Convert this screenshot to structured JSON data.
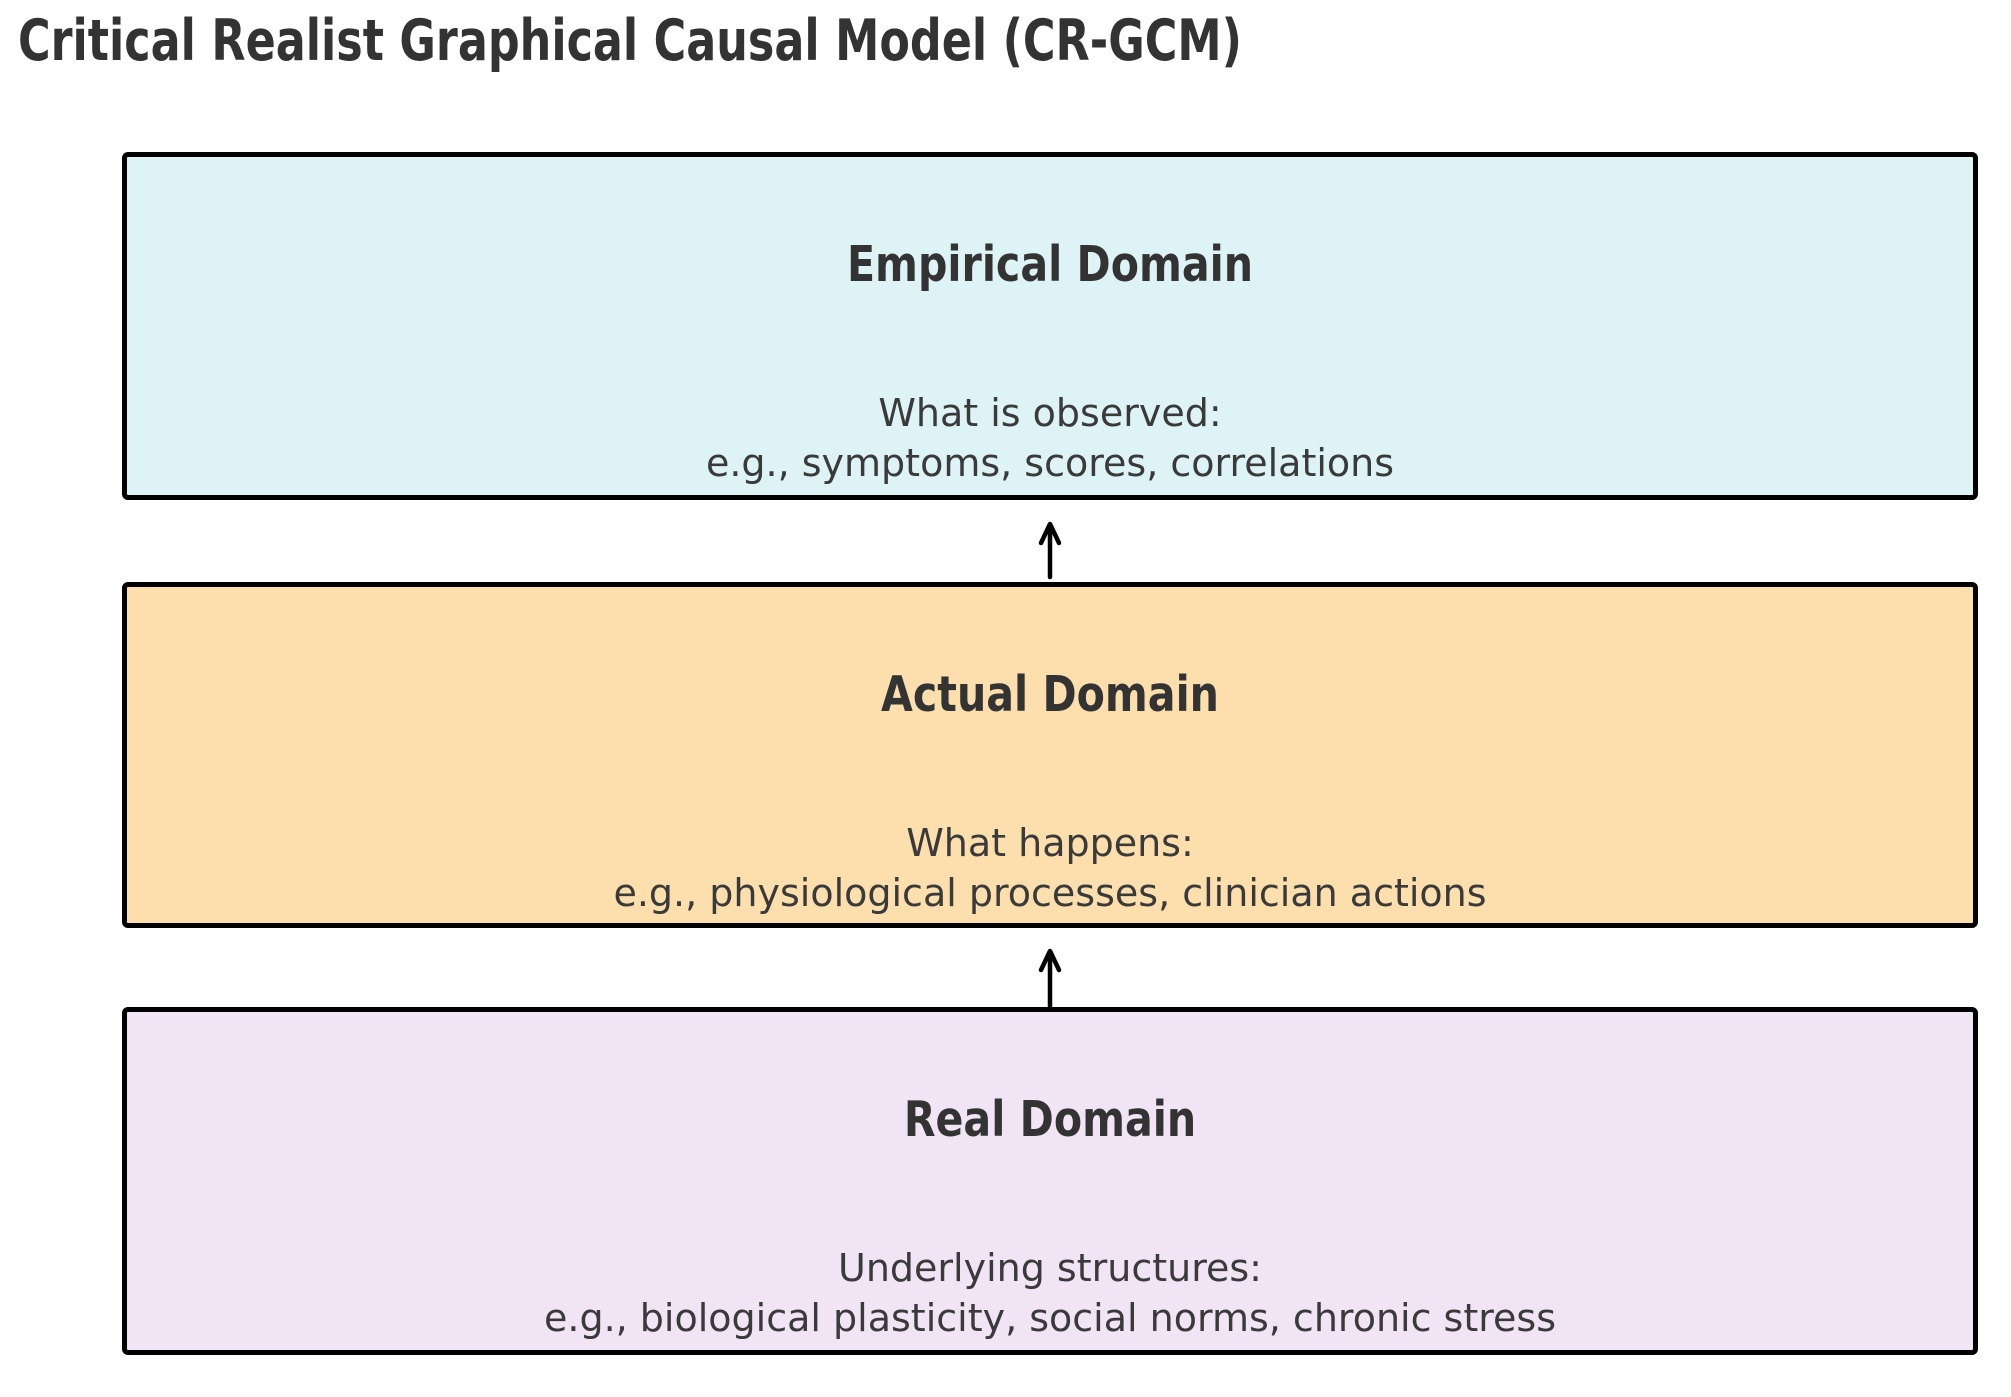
{
  "title": "Critical Realist Graphical Causal Model (CR-GCM)",
  "colors": {
    "background": "#FFFFFF",
    "box_border": "#000000",
    "arrow": "#000000",
    "title_text": "#333333",
    "heading_text": "#333333",
    "body_text": "#3A3A3A",
    "empirical_fill": "#DDF3F6",
    "actual_fill": "#FCDFAC",
    "real_fill": "#F1E4F5"
  },
  "domains": [
    {
      "name": "Empirical Domain",
      "description_line1": "What is observed:",
      "description_line2": "e.g., symptoms, scores, correlations",
      "fill": "#DDF3F6"
    },
    {
      "name": "Actual Domain",
      "description_line1": "What happens:",
      "description_line2": "e.g., physiological processes, clinician actions",
      "fill": "#FCDFAC"
    },
    {
      "name": "Real Domain",
      "description_line1": "Underlying structures:",
      "description_line2": "e.g., biological plasticity, social norms, chronic stress",
      "fill": "#F1E4F5"
    }
  ],
  "arrows": [
    {
      "from": "Actual Domain",
      "to": "Empirical Domain",
      "direction": "up"
    },
    {
      "from": "Real Domain",
      "to": "Actual Domain",
      "direction": "up"
    }
  ]
}
